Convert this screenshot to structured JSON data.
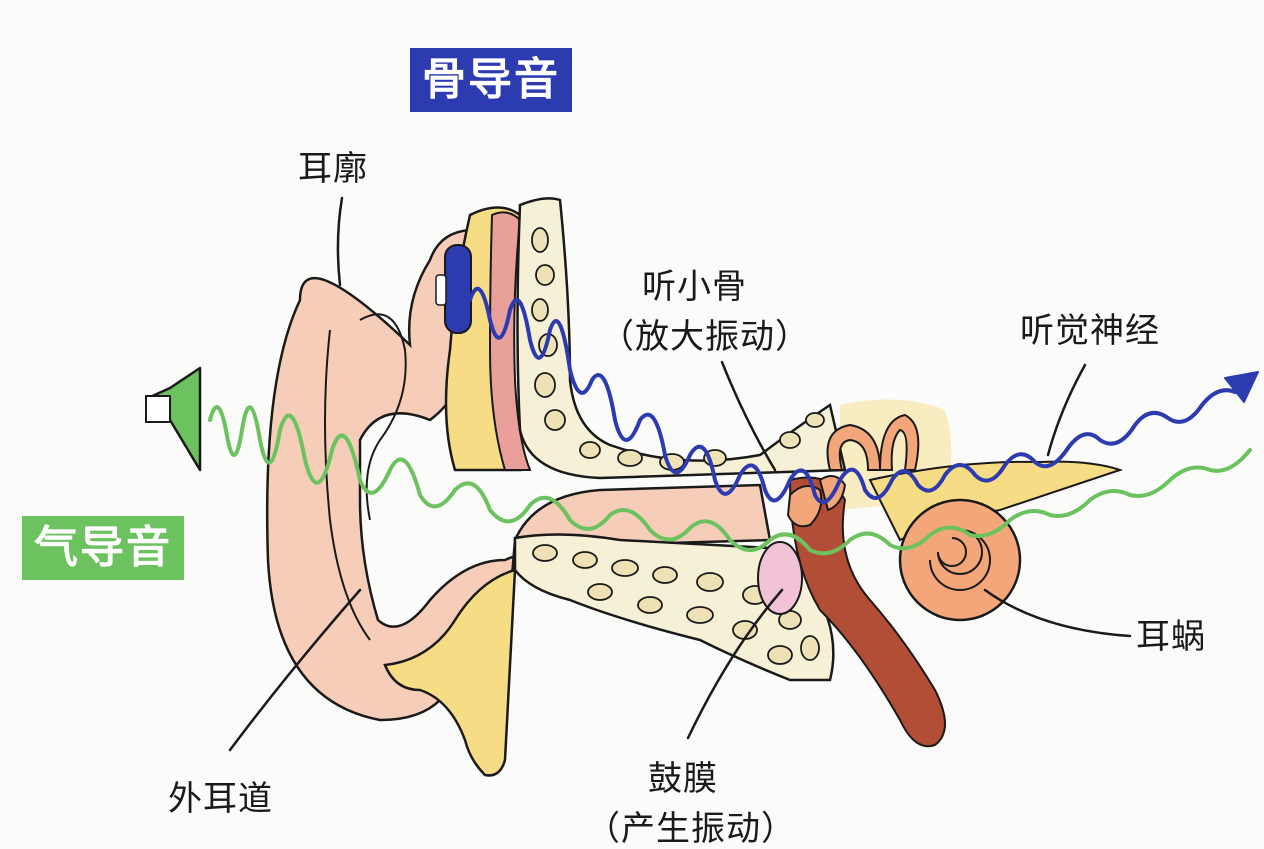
{
  "badges": {
    "bone_conduction": "骨导音",
    "air_conduction": "气导音"
  },
  "labels": {
    "pinna": "耳廓",
    "ossicles": "听小骨",
    "ossicles_note": "（放大振动）",
    "auditory_nerve": "听觉神经",
    "cochlea": "耳蜗",
    "ear_canal": "外耳道",
    "eardrum": "鼓膜",
    "eardrum_note": "（产生振动）"
  },
  "colors": {
    "bone_wave": "#2d3bb0",
    "air_wave": "#6cc25e",
    "skin": "#f6cdb8",
    "fat": "#f6dc84",
    "bone": "#f6f0d6",
    "inner_ear": "#f2a679",
    "blood_vessel": "#b24e35",
    "eardrum": "#f2c2d6"
  }
}
